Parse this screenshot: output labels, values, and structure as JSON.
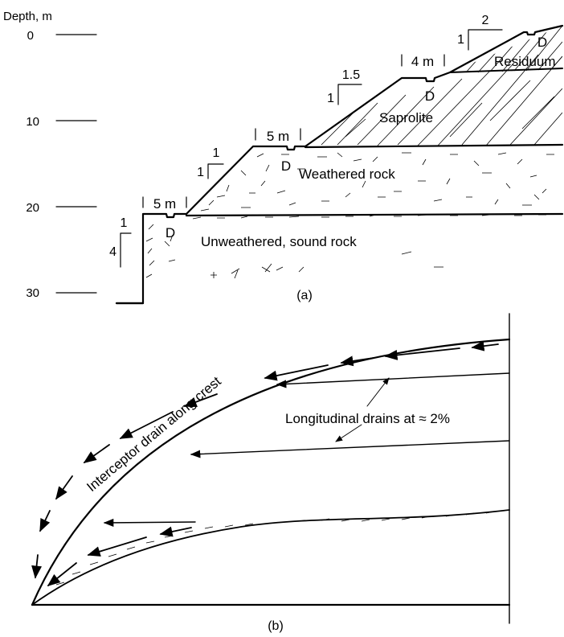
{
  "section_a": {
    "depth_axis_label": "Depth, m",
    "depth_ticks": [
      "0",
      "10",
      "20",
      "30"
    ],
    "bench_widths": [
      "5 m",
      "5 m",
      "4 m"
    ],
    "drain_marker": "D",
    "slopes": [
      {
        "rise": "4",
        "run": "1"
      },
      {
        "rise": "1",
        "run": "1"
      },
      {
        "rise": "1",
        "run": "1.5"
      },
      {
        "rise": "1",
        "run": "2"
      }
    ],
    "layers": [
      "Residuum",
      "Saprolite",
      "Weathered rock",
      "Unweathered, sound rock"
    ],
    "caption": "(a)"
  },
  "section_b": {
    "crest_label": "Interceptor drain along crest",
    "drains_label": "Longitudinal drains at ≈ 2%",
    "caption": "(b)"
  }
}
